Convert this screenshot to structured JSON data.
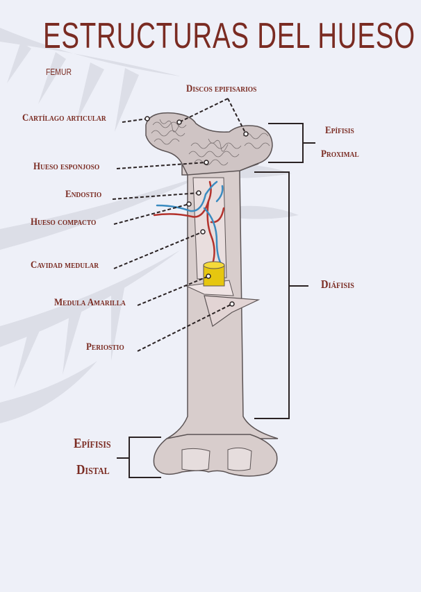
{
  "title": "ESTRUCTURAS DEL HUESO",
  "subtitle": "FEMUR",
  "labels": {
    "discos": "Discos epifisarios",
    "cartilago": "Cartílago articular",
    "esponjoso": "Hueso esponjoso",
    "endostio": "Endostio",
    "compacto": "Hueso compacto",
    "cavidad": "Cavidad medular",
    "medula": "Medula Amarilla",
    "periostio": "Periostio",
    "epifisis_proximal_1": "Epífisis",
    "epifisis_proximal_2": "Proximal",
    "diafisis": "Diáfisis",
    "epifisis_distal_1": "Epífisis",
    "epifisis_distal_2": "Distal"
  },
  "colors": {
    "text": "#7a2b22",
    "bone": "#d8cdcc",
    "bone_outline": "#5b5354",
    "artery": "#b3322c",
    "vein": "#3a8bc0",
    "marrow": "#e6c60f",
    "background": "#eef0f8"
  }
}
